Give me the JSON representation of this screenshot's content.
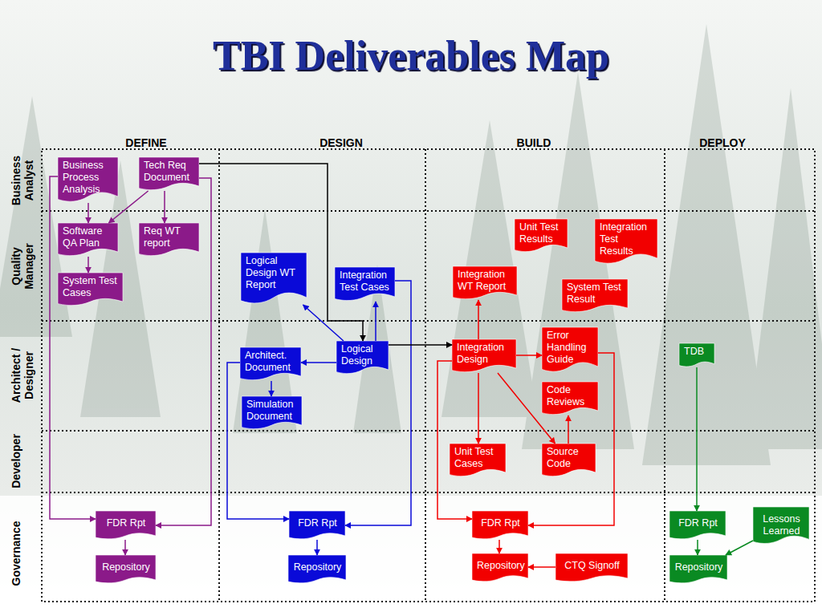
{
  "diagram": {
    "title": "TBI Deliverables Map",
    "nodes": [
      {
        "text": [
          "Business Process Analysis"
        ]
      },
      {
        "text": [
          "Tech Req Document"
        ]
      },
      {
        "text": [
          "Software QA Plan"
        ]
      },
      {
        "text": [
          "Req WT report"
        ]
      },
      {
        "text": [
          "System Test Cases"
        ]
      },
      {
        "text": [
          "Unit Test Results"
        ]
      },
      {
        "text": [
          "Integration Test Results"
        ]
      },
      {
        "text": [
          "Logical Design WT Report"
        ]
      },
      {
        "text": [
          "Integration Test Cases"
        ]
      },
      {
        "text": [
          "Integration WT Report"
        ]
      },
      {
        "text": [
          "System Test Result"
        ]
      },
      {
        "text": [
          "Error Handling Guide"
        ]
      },
      {
        "text": [
          "Logical Design"
        ]
      },
      {
        "text": [
          "Architect. Document"
        ]
      },
      {
        "text": [
          "Integration Design"
        ]
      },
      {
        "text": [
          "TDB"
        ]
      },
      {
        "text": [
          "Code Reviews"
        ]
      },
      {
        "text": [
          "Simulation Document"
        ]
      },
      {
        "text": [
          "Unit Test Cases"
        ]
      },
      {
        "text": [
          "Source Code"
        ]
      },
      {
        "text": [
          "FDR Rpt"
        ]
      },
      {
        "text": [
          "FDR Rpt"
        ]
      },
      {
        "text": [
          "FDR Rpt"
        ]
      },
      {
        "text": [
          "FDR Rpt"
        ]
      },
      {
        "text": [
          "Lessons Learned"
        ]
      },
      {
        "text": [
          "Repository"
        ]
      },
      {
        "text": [
          "Repository"
        ]
      },
      {
        "text": [
          "Repository"
        ]
      },
      {
        "text": [
          "CTQ Signoff"
        ]
      },
      {
        "text": [
          "Repository"
        ]
      }
    ],
    "edges": [
      {
        "from": 0,
        "to": 2,
        "arrow": "to"
      },
      {
        "from": 1,
        "to": 2,
        "arrow": "to"
      },
      {
        "from": 1,
        "to": 3,
        "arrow": "to"
      },
      {
        "from": 2,
        "to": 4,
        "arrow": "to"
      },
      {
        "from": 0,
        "to": 20,
        "arrow": "to"
      },
      {
        "from": 1,
        "to": 20,
        "arrow": "to"
      },
      {
        "from": 20,
        "to": 25,
        "arrow": "to"
      },
      {
        "from": 1,
        "to": 12,
        "arrow": "to"
      },
      {
        "from": 12,
        "to": 7,
        "arrow": "to"
      },
      {
        "from": 12,
        "to": 8,
        "arrow": "to"
      },
      {
        "from": 12,
        "to": 13,
        "arrow": "to"
      },
      {
        "from": 13,
        "to": 17,
        "arrow": "to"
      },
      {
        "from": 13,
        "to": 21,
        "arrow": "to"
      },
      {
        "from": 8,
        "to": 21,
        "arrow": "to"
      },
      {
        "from": 21,
        "to": 26,
        "arrow": "to"
      },
      {
        "from": 12,
        "to": 14,
        "arrow": "to"
      },
      {
        "from": 14,
        "to": 9,
        "arrow": "to"
      },
      {
        "from": 14,
        "to": 11,
        "arrow": "to"
      },
      {
        "from": 14,
        "to": 18,
        "arrow": "to"
      },
      {
        "from": 14,
        "to": 19,
        "arrow": "to"
      },
      {
        "from": 19,
        "to": 16,
        "arrow": "to"
      },
      {
        "from": 14,
        "to": 22,
        "arrow": "to"
      },
      {
        "from": 11,
        "to": 22,
        "arrow": "to"
      },
      {
        "from": 22,
        "to": 27,
        "arrow": "to"
      },
      {
        "from": 28,
        "to": 27,
        "arrow": "to"
      },
      {
        "from": 15,
        "to": 23,
        "arrow": "to"
      },
      {
        "from": 23,
        "to": 29,
        "arrow": "to"
      },
      {
        "from": 24,
        "to": 29,
        "arrow": "to"
      }
    ],
    "labels": [
      "DEFINE",
      "DESIGN",
      "BUILD",
      "DEPLOY",
      "Business Analyst",
      "Quality Manager",
      "Architect / Designer",
      "Developer",
      "Governance"
    ]
  }
}
